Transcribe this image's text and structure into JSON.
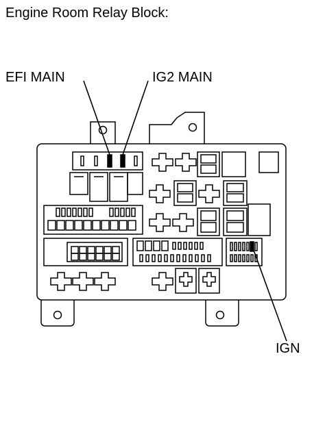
{
  "title": "Engine Room Relay Block:",
  "labels": {
    "efi_main": "EFI MAIN",
    "ig2_main": "IG2 MAIN",
    "ign": "IGN"
  }
}
